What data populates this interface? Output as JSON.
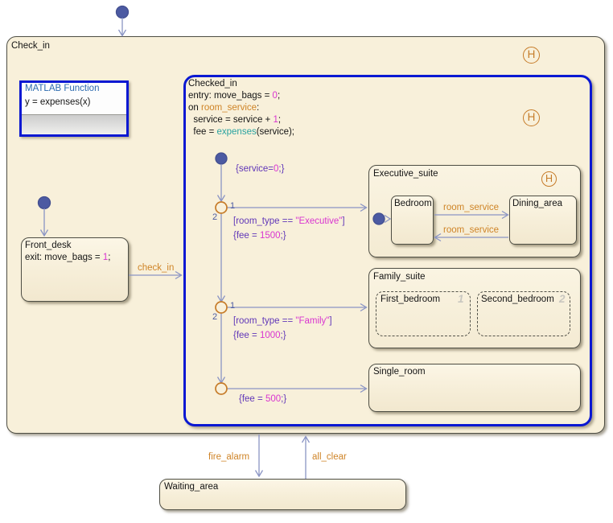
{
  "chart": {
    "name": "Check_in",
    "history_label": "H"
  },
  "matlab_function": {
    "title": "MATLAB Function",
    "signature": "y = expenses(x)"
  },
  "states": {
    "checked_in": {
      "name": "Checked_in",
      "history_label": "H",
      "body": [
        [
          {
            "t": "entry: move_bags = "
          },
          {
            "t": "0",
            "c": "num"
          },
          {
            "t": ";"
          }
        ],
        [
          {
            "t": "on "
          },
          {
            "t": "room_service",
            "c": "evt"
          },
          {
            "t": ":"
          }
        ],
        [
          {
            "t": "  service = service + "
          },
          {
            "t": "1",
            "c": "num"
          },
          {
            "t": ";"
          }
        ],
        [
          {
            "t": "  fee = "
          },
          {
            "t": "expenses",
            "c": "fn"
          },
          {
            "t": "(service);"
          }
        ]
      ]
    },
    "front_desk": {
      "name": "Front_desk",
      "body": [
        [
          {
            "t": "exit: move_bags = "
          },
          {
            "t": "1",
            "c": "num"
          },
          {
            "t": ";"
          }
        ]
      ]
    },
    "executive_suite": {
      "name": "Executive_suite",
      "history_label": "H"
    },
    "bedroom": {
      "name": "Bedroom"
    },
    "dining_area": {
      "name": "Dining_area"
    },
    "family_suite": {
      "name": "Family_suite"
    },
    "first_bedroom": {
      "name": "First_bedroom",
      "order": "1"
    },
    "second_bedroom": {
      "name": "Second_bedroom",
      "order": "2"
    },
    "single_room": {
      "name": "Single_room"
    },
    "waiting_area": {
      "name": "Waiting_area"
    }
  },
  "transitions": {
    "check_in_label": [
      {
        "t": "check_in",
        "c": "evt"
      }
    ],
    "fire_alarm_label": [
      {
        "t": "fire_alarm",
        "c": "evt"
      }
    ],
    "all_clear_label": [
      {
        "t": "all_clear",
        "c": "evt"
      }
    ],
    "room_service_to_dining": [
      {
        "t": "room_service",
        "c": "evt"
      }
    ],
    "room_service_to_bedroom": [
      {
        "t": "room_service",
        "c": "evt"
      }
    ],
    "service_init": [
      {
        "t": "{service=",
        "c": "cond"
      },
      {
        "t": "0",
        "c": "num"
      },
      {
        "t": ";}",
        "c": "cond"
      }
    ],
    "executive_cond": [
      {
        "t": "[room_type == ",
        "c": "cond"
      },
      {
        "t": "\"Executive\"",
        "c": "num"
      },
      {
        "t": "]",
        "c": "cond"
      }
    ],
    "executive_action": [
      {
        "t": "{fee = ",
        "c": "cond"
      },
      {
        "t": "1500",
        "c": "num"
      },
      {
        "t": ";}",
        "c": "cond"
      }
    ],
    "family_cond": [
      {
        "t": "[room_type == ",
        "c": "cond"
      },
      {
        "t": "\"Family\"",
        "c": "num"
      },
      {
        "t": "]",
        "c": "cond"
      }
    ],
    "family_action": [
      {
        "t": "{fee = ",
        "c": "cond"
      },
      {
        "t": "1000",
        "c": "num"
      },
      {
        "t": ";}",
        "c": "cond"
      }
    ],
    "single_action": [
      {
        "t": "{fee = ",
        "c": "cond"
      },
      {
        "t": "500",
        "c": "num"
      },
      {
        "t": ";}",
        "c": "cond"
      }
    ]
  },
  "junctions": {
    "j1": {
      "branch1": "1",
      "branch2": "2"
    },
    "j2": {
      "branch1": "1",
      "bran2_": "",
      "branch2": "2"
    }
  },
  "colors": {
    "event": "#cf8427",
    "literal": "#d935d0",
    "condition": "#6036b8",
    "function": "#2aa3a0",
    "state_border": "#4e4e44",
    "superstate_border": "#0a18d2",
    "transition_line": "#8a94c4",
    "default_dot": "#4c5aa2",
    "history": "#c67b28",
    "chart_fill": "#f8f0da"
  }
}
